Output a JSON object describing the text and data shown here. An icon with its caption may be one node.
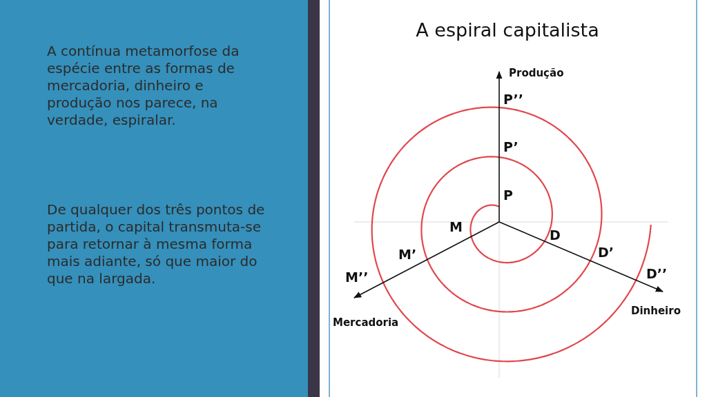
{
  "diagram": {
    "title": "A espiral capitalista",
    "labels": [
      "A contínua metamorfose da espécie entre as formas de mercadoria, dinheiro e produção nos parece, na verdade, espiralar.",
      "De qualquer dos três pontos de partida, o capital transmuta-se para retornar à mesma forma mais adiante, só que maior do que na largada.",
      "Produção",
      "P’’",
      "P’",
      "P",
      "M",
      "D",
      "M’",
      "D’",
      "M’’",
      "D’’",
      "Mercadoria",
      "Dinheiro"
    ]
  }
}
